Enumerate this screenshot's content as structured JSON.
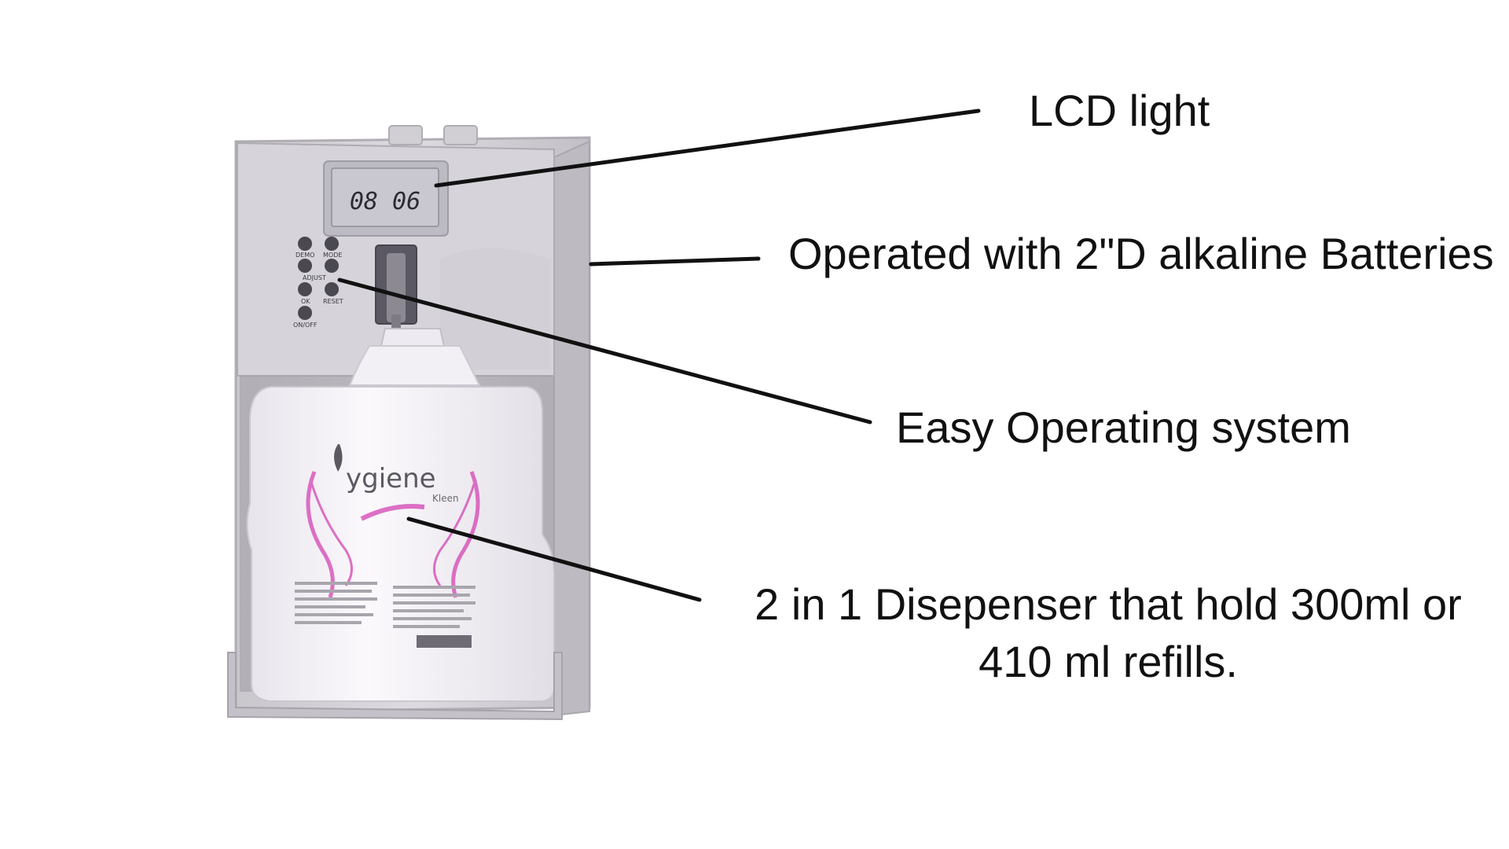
{
  "callouts": {
    "lcd": "LCD light",
    "batteries": "Operated with 2\"D alkaline Batteries",
    "operating": "Easy Operating system",
    "dispenser": "2 in 1 Disepenser that hold 300ml or 410 ml refills."
  },
  "device": {
    "lcd_display": "08 06",
    "buttons": [
      "DEMO",
      "MODE",
      "ADJUST",
      "OK",
      "RESET",
      "ON/OFF"
    ],
    "brand_name": "ygiene",
    "brand_sub": "Kleen"
  },
  "colors": {
    "device_body": "#d4d2d6",
    "device_shadow": "#b9b6bc",
    "lcd_screen": "#c9c8d0",
    "bottle": "#f4f1f6",
    "accent_pink": "#d64fb8",
    "leader_line": "#111111"
  }
}
